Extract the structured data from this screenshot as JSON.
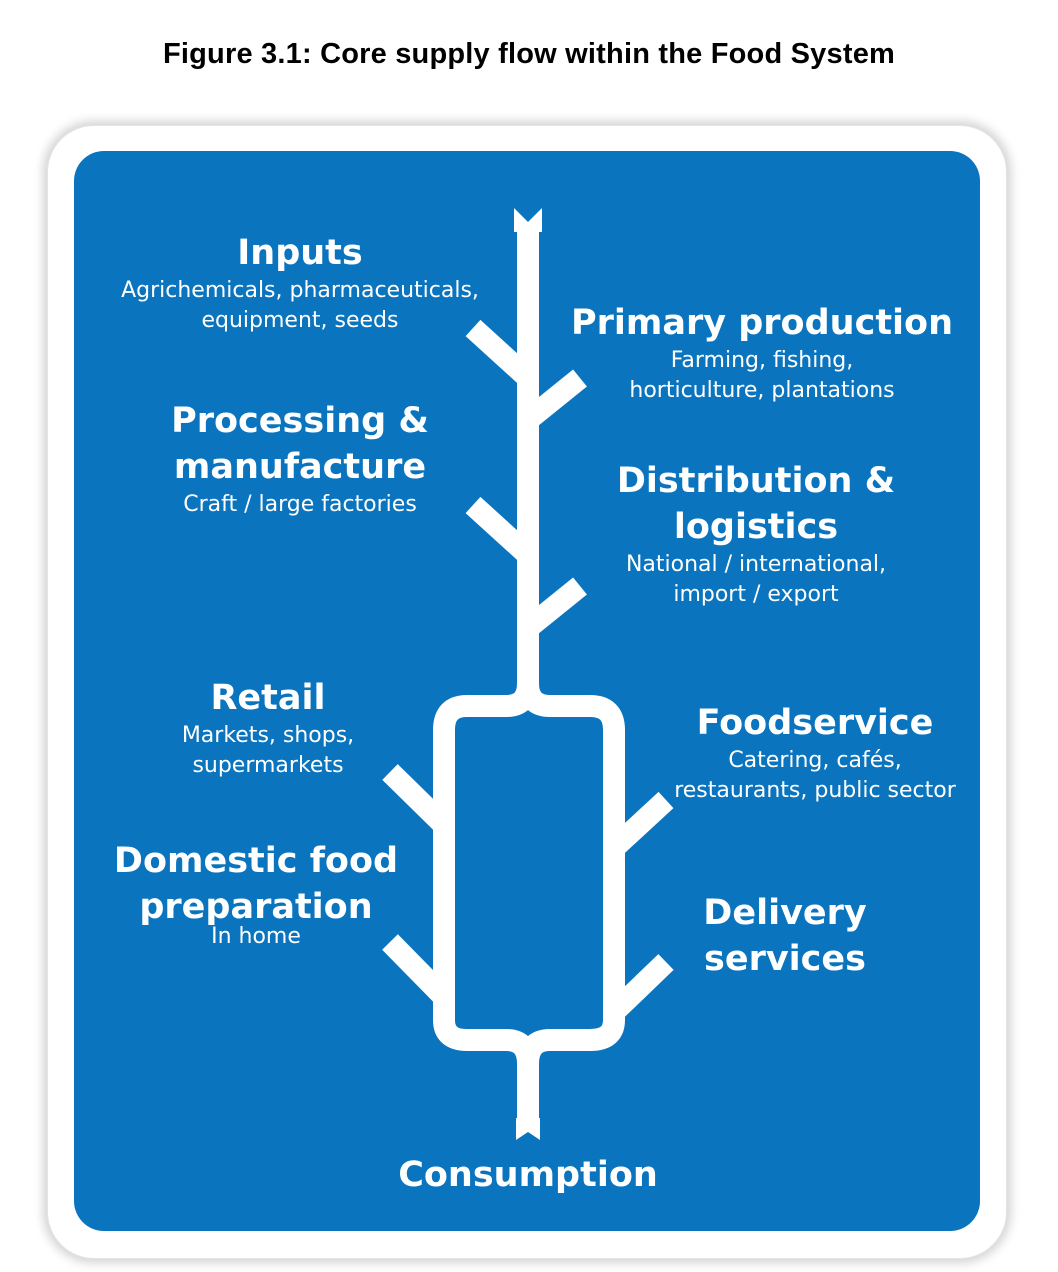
{
  "figure": {
    "title": "Figure 3.1:  Core supply flow within the Food System"
  },
  "stages": {
    "inputs": {
      "title": "Inputs",
      "line1": "Agrichemicals, pharmaceuticals,",
      "line2": "equipment, seeds"
    },
    "primary_production": {
      "title": "Primary production",
      "line1": "Farming, fishing,",
      "line2": "horticulture, plantations"
    },
    "processing": {
      "title_line1": "Processing &",
      "title_line2": "manufacture",
      "line1": "Craft / large factories"
    },
    "distribution": {
      "title_line1": "Distribution &",
      "title_line2": "logistics",
      "line1": "National / international,",
      "line2": "import / export"
    },
    "retail": {
      "title": "Retail",
      "line1": "Markets, shops,",
      "line2": "supermarkets"
    },
    "foodservice": {
      "title": "Foodservice",
      "line1": "Catering, cafés,",
      "line2": "restaurants, public sector"
    },
    "domestic": {
      "title_line1": "Domestic food",
      "title_line2": "preparation",
      "line1": "In home"
    },
    "delivery": {
      "title_line1": "Delivery",
      "title_line2": "services"
    },
    "consumption": {
      "title": "Consumption"
    }
  },
  "colors": {
    "panel": "#0a74be",
    "flow": "#ffffff",
    "frame_shadow": "#d3d3d3"
  }
}
